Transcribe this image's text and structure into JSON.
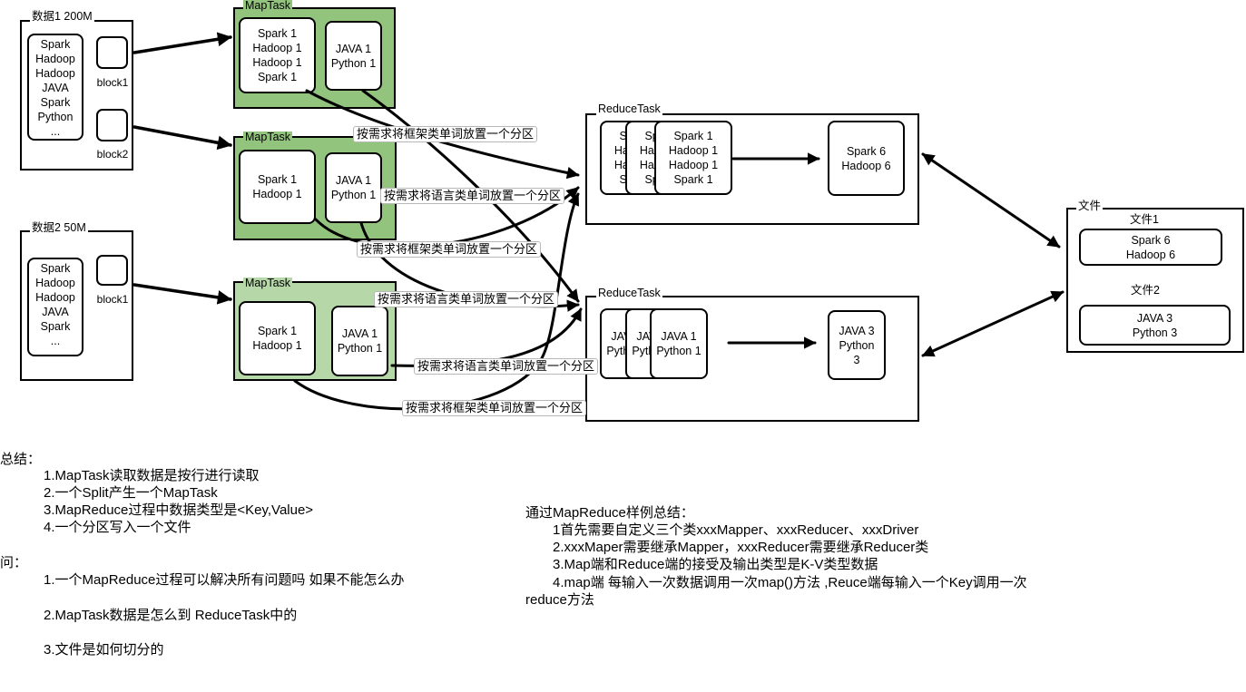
{
  "data_sources": [
    {
      "label": "数据1 200M",
      "content": [
        "Spark",
        "Hadoop",
        "Hadoop",
        "JAVA",
        "Spark",
        "Python",
        "..."
      ],
      "blocks": [
        "block1",
        "block2"
      ]
    },
    {
      "label": "数据2 50M",
      "content": [
        "Spark",
        "Hadoop",
        "Hadoop",
        "JAVA",
        "Spark",
        "..."
      ],
      "blocks": [
        "block1"
      ]
    }
  ],
  "map_tasks": [
    {
      "label": "MapTask",
      "framework_words": [
        "Spark 1",
        "Hadoop 1",
        "Hadoop 1",
        "Spark 1"
      ],
      "language_words": [
        "JAVA 1",
        "Python 1"
      ]
    },
    {
      "label": "MapTask",
      "framework_words": [
        "Spark 1",
        "Hadoop 1"
      ],
      "language_words": [
        "JAVA 1",
        "Python 1"
      ]
    },
    {
      "label": "MapTask",
      "framework_words": [
        "Spark 1",
        "Hadoop 1"
      ],
      "language_words": [
        "JAVA 1",
        "Python 1"
      ]
    }
  ],
  "partition_labels": [
    "按需求将框架类单词放置一个分区",
    "按需求将语言类单词放置一个分区",
    "按需求将框架类单词放置一个分区",
    "按需求将语言类单词放置一个分区",
    "按需求将语言类单词放置一个分区",
    "按需求将框架类单词放置一个分区"
  ],
  "reduce_tasks": [
    {
      "label": "ReduceTask",
      "input_words": [
        "Spark 1",
        "Hadoop 1",
        "Hadoop 1",
        "Spark 1"
      ],
      "output_words": [
        "Spark 6",
        "Hadoop 6"
      ]
    },
    {
      "label": "ReduceTask",
      "input_words": [
        "JAVA 1",
        "Python 1"
      ],
      "output_words": [
        "JAVA 3",
        "Python",
        "3"
      ]
    }
  ],
  "output_files": {
    "label": "文件",
    "files": [
      {
        "name": "文件1",
        "lines": [
          "Spark 6",
          "Hadoop 6"
        ]
      },
      {
        "name": "文件2",
        "lines": [
          "JAVA 3",
          "Python 3"
        ]
      }
    ]
  },
  "summary": {
    "title": "总结：",
    "items": [
      "1.MapTask读取数据是按行进行读取",
      "2.一个Split产生一个MapTask",
      "3.MapReduce过程中数据类型是<Key,Value>",
      "4.一个分区写入一个文件"
    ]
  },
  "questions": {
    "title": "问：",
    "items": [
      "1.一个MapReduce过程可以解决所有问题吗 如果不能怎么办",
      "2.MapTask数据是怎么到 ReduceTask中的",
      "3.文件是如何切分的"
    ]
  },
  "sample_summary": {
    "title": "通过MapReduce样例总结：",
    "items": [
      "1首先需要自定义三个类xxxMapper、xxxReducer、xxxDriver",
      "2.xxxMaper需要继承Mapper，xxxReducer需要继承Reducer类",
      "3.Map端和Reduce端的接受及输出类型是K-V类型数据",
      [
        "4.map端 每输入一次数据调用一次map()方法 ,Reuce端每输入一个Key调用一次",
        "reduce方法"
      ]
    ]
  },
  "colors": {
    "map_task_fill": "#93c47d",
    "map_task_fill_light": "#b6d7a8"
  }
}
